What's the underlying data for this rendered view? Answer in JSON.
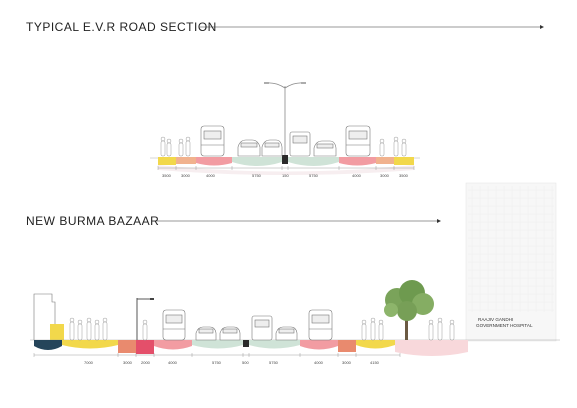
{
  "sections": [
    {
      "title": "TYPICAL E.V.R ROAD SECTION",
      "dimensions": [
        "3500",
        "3000",
        "4000",
        "5750",
        "150",
        "5750",
        "4000",
        "3000",
        "3500"
      ]
    },
    {
      "title": "NEW BURMA BAZAAR",
      "dimensions": [
        "7000",
        "3000",
        "2000",
        "4000",
        "5750",
        "500",
        "5750",
        "4000",
        "3000",
        "4150"
      ],
      "building_label": [
        "RAAJIV GANDHI",
        "GOVERNMENT HOSPITAL"
      ]
    }
  ],
  "colors": {
    "yellow": "#f2d84b",
    "peach": "#f1b28e",
    "pink": "#f29ca2",
    "salmon": "#e98a6e",
    "red": "#e44f6a",
    "mint": "#cfe3d7",
    "black": "#2a2a2a",
    "navy": "#25455a",
    "light_pink": "#f8d8db",
    "tree": "#7aa35a"
  }
}
